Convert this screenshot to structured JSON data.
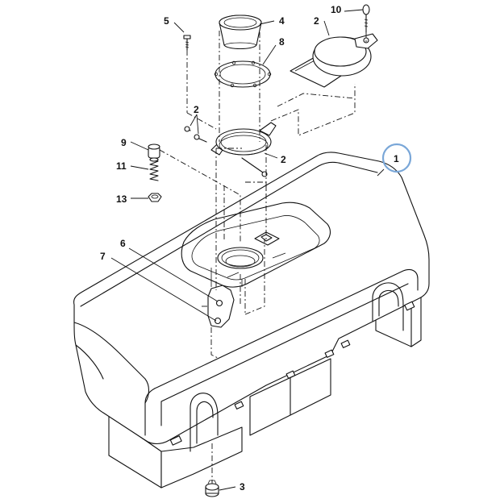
{
  "diagram": {
    "highlight_color": "#7aa7d8",
    "callouts": [
      {
        "id": "c1",
        "label": "1"
      },
      {
        "id": "c2a",
        "label": "2"
      },
      {
        "id": "c2b",
        "label": "2"
      },
      {
        "id": "c2c",
        "label": "2"
      },
      {
        "id": "c3",
        "label": "3"
      },
      {
        "id": "c4",
        "label": "4"
      },
      {
        "id": "c5",
        "label": "5"
      },
      {
        "id": "c6",
        "label": "6"
      },
      {
        "id": "c7",
        "label": "7"
      },
      {
        "id": "c8",
        "label": "8"
      },
      {
        "id": "c9",
        "label": "9"
      },
      {
        "id": "c10",
        "label": "10"
      },
      {
        "id": "c11",
        "label": "11"
      },
      {
        "id": "c13",
        "label": "13"
      }
    ]
  }
}
